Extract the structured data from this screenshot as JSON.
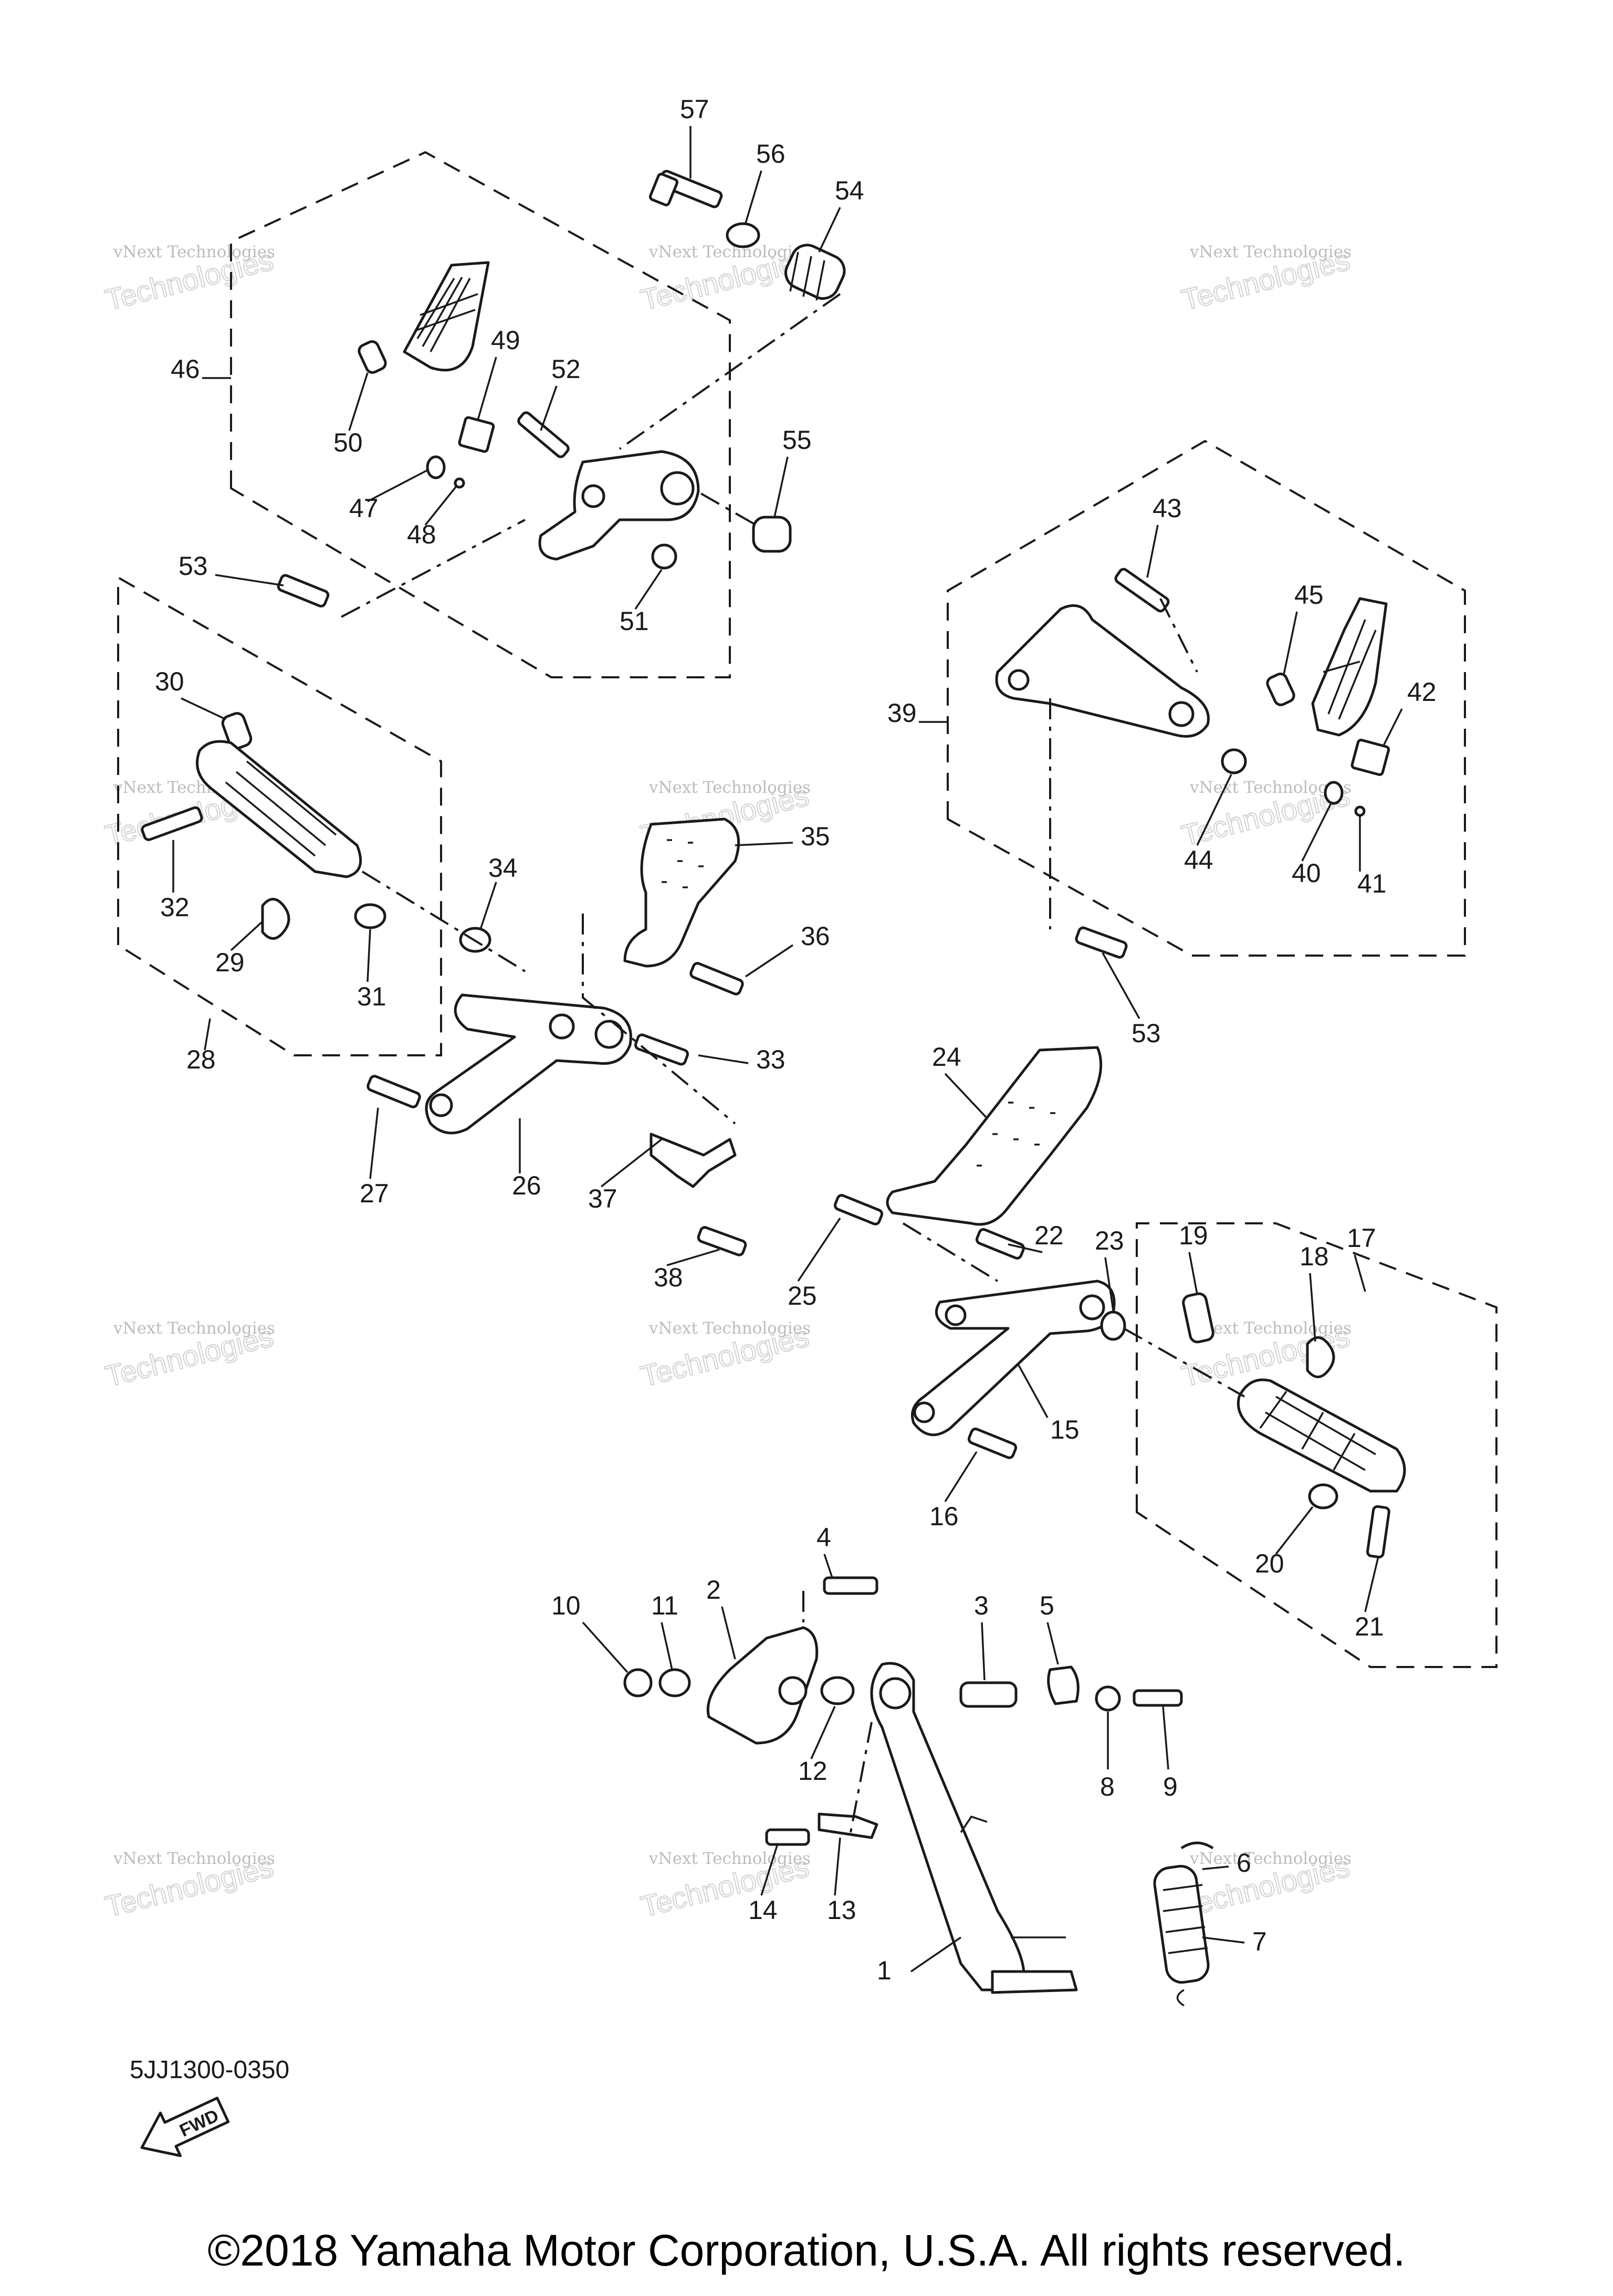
{
  "diagram_code": "5JJ1300-0350",
  "copyright": "©2018 Yamaha Motor Corporation, U.S.A. All rights reserved.",
  "fwd_label": "FWD",
  "watermark": {
    "line1": "vNext Technologies",
    "line2": "Technologies"
  },
  "callouts": [
    {
      "id": "1",
      "label": "1"
    },
    {
      "id": "2",
      "label": "2"
    },
    {
      "id": "3",
      "label": "3"
    },
    {
      "id": "4",
      "label": "4"
    },
    {
      "id": "5",
      "label": "5"
    },
    {
      "id": "6",
      "label": "6"
    },
    {
      "id": "7",
      "label": "7"
    },
    {
      "id": "8",
      "label": "8"
    },
    {
      "id": "9",
      "label": "9"
    },
    {
      "id": "10",
      "label": "10"
    },
    {
      "id": "11",
      "label": "11"
    },
    {
      "id": "12",
      "label": "12"
    },
    {
      "id": "13",
      "label": "13"
    },
    {
      "id": "14",
      "label": "14"
    },
    {
      "id": "15",
      "label": "15"
    },
    {
      "id": "16",
      "label": "16"
    },
    {
      "id": "17",
      "label": "17"
    },
    {
      "id": "18",
      "label": "18"
    },
    {
      "id": "19",
      "label": "19"
    },
    {
      "id": "20",
      "label": "20"
    },
    {
      "id": "21",
      "label": "21"
    },
    {
      "id": "22",
      "label": "22"
    },
    {
      "id": "23",
      "label": "23"
    },
    {
      "id": "24",
      "label": "24"
    },
    {
      "id": "25",
      "label": "25"
    },
    {
      "id": "26",
      "label": "26"
    },
    {
      "id": "27",
      "label": "27"
    },
    {
      "id": "28",
      "label": "28"
    },
    {
      "id": "29",
      "label": "29"
    },
    {
      "id": "30",
      "label": "30"
    },
    {
      "id": "31",
      "label": "31"
    },
    {
      "id": "32",
      "label": "32"
    },
    {
      "id": "33",
      "label": "33"
    },
    {
      "id": "34",
      "label": "34"
    },
    {
      "id": "35",
      "label": "35"
    },
    {
      "id": "36",
      "label": "36"
    },
    {
      "id": "37",
      "label": "37"
    },
    {
      "id": "38",
      "label": "38"
    },
    {
      "id": "39",
      "label": "39"
    },
    {
      "id": "40",
      "label": "40"
    },
    {
      "id": "41",
      "label": "41"
    },
    {
      "id": "42",
      "label": "42"
    },
    {
      "id": "43",
      "label": "43"
    },
    {
      "id": "44",
      "label": "44"
    },
    {
      "id": "45",
      "label": "45"
    },
    {
      "id": "46",
      "label": "46"
    },
    {
      "id": "47",
      "label": "47"
    },
    {
      "id": "48",
      "label": "48"
    },
    {
      "id": "49",
      "label": "49"
    },
    {
      "id": "50",
      "label": "50"
    },
    {
      "id": "51",
      "label": "51"
    },
    {
      "id": "52",
      "label": "52"
    },
    {
      "id": "53a",
      "label": "53"
    },
    {
      "id": "53b",
      "label": "53"
    },
    {
      "id": "54",
      "label": "54"
    },
    {
      "id": "55",
      "label": "55"
    },
    {
      "id": "56",
      "label": "56"
    },
    {
      "id": "57",
      "label": "57"
    }
  ]
}
